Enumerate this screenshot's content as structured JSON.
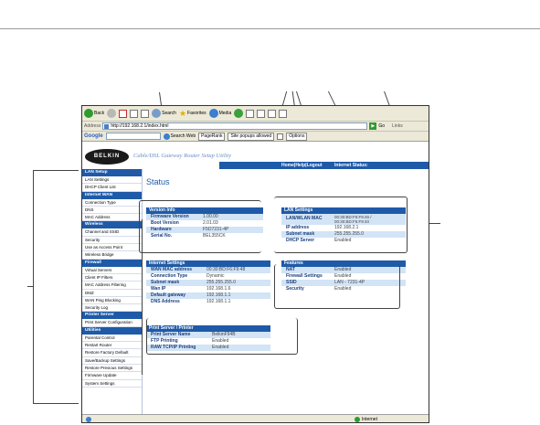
{
  "browser": {
    "back_label": "Back",
    "search_label": "Search",
    "favorites_label": "Favorites",
    "media_label": "Media",
    "address_label": "Address",
    "url": "http://192.168.2.1/index.html",
    "go_label": "Go",
    "links_label": "Links"
  },
  "google_toolbar": {
    "google_label": "Google",
    "search_web_label": "Search Web",
    "pagerank_label": "PageRank",
    "popups_label": "Site popups allowed",
    "options_label": "Options"
  },
  "header": {
    "logo_text": "BELKIN",
    "title": "Cable/DSL Gateway Router Setup Utility",
    "home": "Home",
    "help": "Help",
    "logout": "Logout",
    "internet_status": "Internet Status:"
  },
  "sidebar": [
    {
      "heading": "LAN Setup",
      "items": [
        "LAN Settings",
        "DHCP Client List"
      ]
    },
    {
      "heading": "Internet WAN",
      "items": [
        "Connection Type",
        "DNS",
        "MAC Address"
      ]
    },
    {
      "heading": "Wireless",
      "items": [
        "Channel and SSID",
        "Security",
        "Use as Access Point",
        "Wireless Bridge"
      ]
    },
    {
      "heading": "Firewall",
      "items": [
        "Virtual Servers",
        "Client IP Filters",
        "MAC Address Filtering",
        "DMZ",
        "WAN Ping Blocking",
        "Security Log"
      ]
    },
    {
      "heading": "Printer Server",
      "items": [
        "Print Server Configuration"
      ]
    },
    {
      "heading": "Utilities",
      "items": [
        "Parental Control",
        "Restart Router",
        "Restore Factory Default",
        "Save/Backup Settings",
        "Restore Previous Settings",
        "Firmware Update",
        "System Settings"
      ]
    }
  ],
  "main": {
    "title": "Status",
    "version_info": {
      "heading": "Version Info",
      "rows": [
        {
          "label": "Firmware Version",
          "value": "1.00.00"
        },
        {
          "label": "Boot Version",
          "value": "2.01.03"
        },
        {
          "label": "Hardware",
          "value": "F5D7231-4P"
        },
        {
          "label": "Serial No.",
          "value": "BEL355CK"
        }
      ]
    },
    "lan_settings": {
      "heading": "LAN Settings",
      "rows": [
        {
          "label": "LAN/WLAN MAC",
          "value": "00:30:BD:F6:F9:46 / 00:30:BD:F6:F9:40"
        },
        {
          "label": "IP address",
          "value": "192.168.2.1"
        },
        {
          "label": "Subnet mask",
          "value": "255.255.255.0"
        },
        {
          "label": "DHCP Server",
          "value": "Enabled"
        }
      ]
    },
    "internet_settings": {
      "heading": "Internet Settings",
      "rows": [
        {
          "label": "WAN MAC address",
          "value": "00:30:BD:F6:F9:48"
        },
        {
          "label": "Connection Type",
          "value": "Dynamic"
        },
        {
          "label": "Subnet mask",
          "value": "255.255.255.0"
        },
        {
          "label": "Wan IP",
          "value": "192.168.1.6"
        },
        {
          "label": "Default gateway",
          "value": "192.168.1.1"
        },
        {
          "label": "DNS Address",
          "value": "192.168.1.1"
        }
      ]
    },
    "features": {
      "heading": "Features",
      "rows": [
        {
          "label": "NAT",
          "value": "Enabled"
        },
        {
          "label": "Firewall Settings",
          "value": "Enabled"
        },
        {
          "label": "SSID",
          "value": "LAN - 7231-4P"
        },
        {
          "label": "Security",
          "value": "Enabled"
        }
      ]
    },
    "print_server": {
      "heading": "Print Server / Printer",
      "rows": [
        {
          "label": "Print Server Name",
          "value": "BelkinF94B"
        },
        {
          "label": "FTP Printing",
          "value": "Enabled"
        },
        {
          "label": "RAW TCP/IP Printing",
          "value": "Enabled"
        }
      ]
    }
  },
  "statusbar": {
    "zone": "Internet"
  }
}
